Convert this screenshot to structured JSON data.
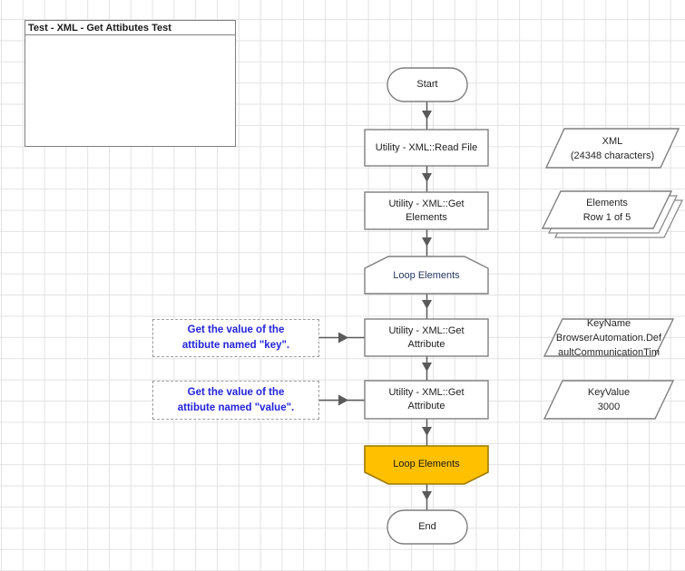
{
  "title_box": {
    "title": "Test - XML - Get Attibutes Test"
  },
  "flow": {
    "start": "Start",
    "read_file": "Utility - XML::Read File",
    "get_elements": "Utility - XML::Get\nElements",
    "loop_start": "Loop Elements",
    "get_attribute_key": "Utility - XML::Get\nAttribute",
    "get_attribute_value": "Utility - XML::Get\nAttribute",
    "loop_end": "Loop Elements",
    "end": "End"
  },
  "data_shapes": {
    "xml": "XML\n(24348 characters)",
    "elements": "Elements\nRow 1 of 5",
    "key_name": "KeyName\nBrowserAutomation.Def\naultCommunicationTim",
    "key_value": "KeyValue\n3000"
  },
  "comments": {
    "key": "Get the value of the\nattibute named \"key\".",
    "value": "Get the value of the\nattibute named \"value\"."
  },
  "colors": {
    "loop_end_fill": "#FFC000",
    "loop_end_border": "#9C7A00",
    "shape_border": "#7F7F7F",
    "connector": "#5A5A5A",
    "comment_text": "#2323DB",
    "loop_start_text": "#24365E",
    "grid_line": "#E3E3E3"
  }
}
